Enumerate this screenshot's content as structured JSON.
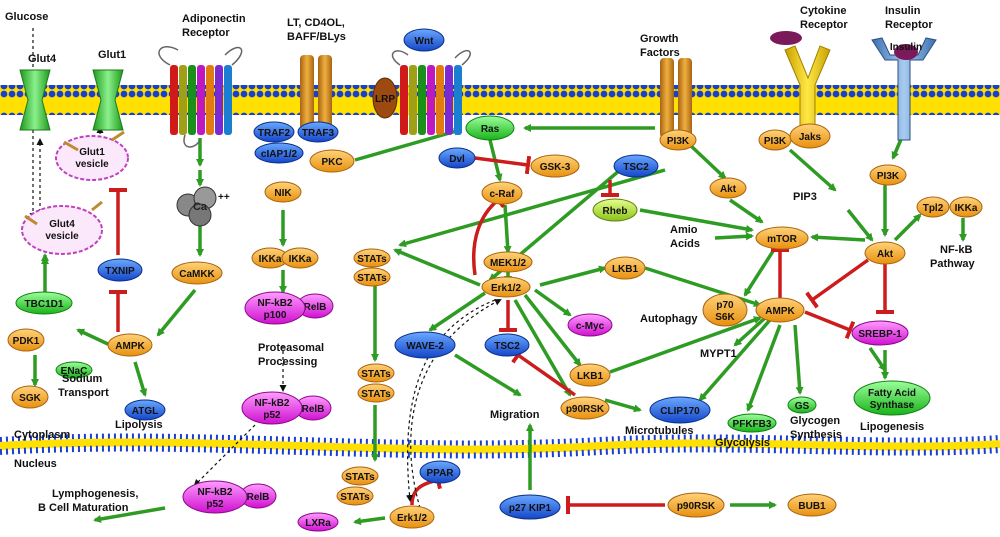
{
  "labels": {
    "glucose": "Glucose",
    "glut4": "Glut4",
    "glut1": "Glut1",
    "adiponectin": [
      "Adiponectin",
      "Receptor"
    ],
    "lt": [
      "LT, CD4OL,",
      "BAFF/BLys"
    ],
    "wnt": "Wnt",
    "growth": [
      "Growth",
      "Factors"
    ],
    "cytokine": [
      "Cytokine",
      "Receptor"
    ],
    "insulin_receptor": [
      "Insulin",
      "Receptor"
    ],
    "insulin": "Insulin",
    "lrp": "LRP",
    "traf2": "TRAF2",
    "traf3": "TRAF3",
    "ciap": "cIAP1/2",
    "ras": "Ras",
    "pi3k_top": "PI3K",
    "pi3k_left": "PI3K",
    "jaks": "Jaks",
    "glut1_vesicle": [
      "Glut1",
      "vesicle"
    ],
    "glut4_vesicle": [
      "Glut4",
      "vesicle"
    ],
    "pkc": "PKC",
    "dvl": "Dvl",
    "gsk3": "GSK-3",
    "tsc2_top": "TSC2",
    "rheb": "Rheb",
    "craf": "c-Raf",
    "akt_mid": "Akt",
    "pip3": "PIP3",
    "pi3k_right": "PI3K",
    "tpl2": "Tpl2",
    "ikka_right": "IKKa",
    "nfkb_pathway": [
      "NF-kB",
      "Pathway"
    ],
    "akt_right": "Akt",
    "amino": [
      "Amio",
      "Acids"
    ],
    "mtor": "mTOR",
    "nik": "NIK",
    "ikka1": "IKKa",
    "ikka2": "IKKa",
    "camkk": "CaMKK",
    "txnip": "TXNIP",
    "tbc1d1": "TBC1D1",
    "pdk1": "PDK1",
    "ampk_left": "AMPK",
    "sgk": "SGK",
    "enac": "ENaC",
    "sodium": [
      "Sodium",
      "Transport"
    ],
    "atgl": "ATGL",
    "lipolysis": "Lipolysis",
    "nfkb2_p100": [
      "NF-kB2",
      "p100"
    ],
    "relb1": "RelB",
    "proteasomal": [
      "Proteasomal",
      "Processing"
    ],
    "nfkb2_p52": [
      "NF-kB2",
      "p52"
    ],
    "relb2": "RelB",
    "stats_a1": "STATs",
    "stats_a2": "STATs",
    "mek": "MEK1/2",
    "erk_mid": "Erk1/2",
    "lkb1_top": "LKB1",
    "p70": [
      "p70",
      "S6K"
    ],
    "autophagy": "Autophagy",
    "ampk_right": "AMPK",
    "srebp": "SREBP-1",
    "cmyc": "c-Myc",
    "wave2": "WAVE-2",
    "tsc2_mid": "TSC2",
    "mypt1": "MYPT1",
    "lkb1_mid": "LKB1",
    "stats_b1": "STATs",
    "stats_b2": "STATs",
    "migration": "Migration",
    "p90rsk_mid": "p90RSK",
    "clip170": "CLIP170",
    "microtubules": "Microtubules",
    "pfkfb3": "PFKFB3",
    "glycolysis": "Glycolysis",
    "gs": "GS",
    "glycogen": [
      "Glycogen",
      "Synthesis"
    ],
    "fatty_acid": [
      "Fatty Acid",
      "Synthase"
    ],
    "lipogenesis": "Lipogenesis",
    "cytoplasm": "Cytoplasm",
    "nucleus": "Nucleus",
    "stats_c1": "STATs",
    "stats_c2": "STATs",
    "ppar": "PPAR",
    "lymphogenesis": [
      "Lymphogenesis,",
      "B Cell Maturation"
    ],
    "nfkb2_nuc": [
      "NF-kB2",
      "p52"
    ],
    "relb_nuc": "RelB",
    "lxra": "LXRa",
    "erk_nuc": "Erk1/2",
    "p27": "p27 KIP1",
    "p90rsk_nuc": "p90RSK",
    "bub1": "BUB1",
    "ca": "Ca",
    "ca_charge": "++"
  },
  "colors": {
    "activation": "#2e9b23",
    "inhibition": "#cc1c1c",
    "orange_node": "#f5a623",
    "blue_node": "#1f6fe0",
    "magenta_node": "#e040e0",
    "green_node": "#33cc33",
    "membrane_blue": "#1a3fd0",
    "membrane_yellow": "#ffe000"
  }
}
